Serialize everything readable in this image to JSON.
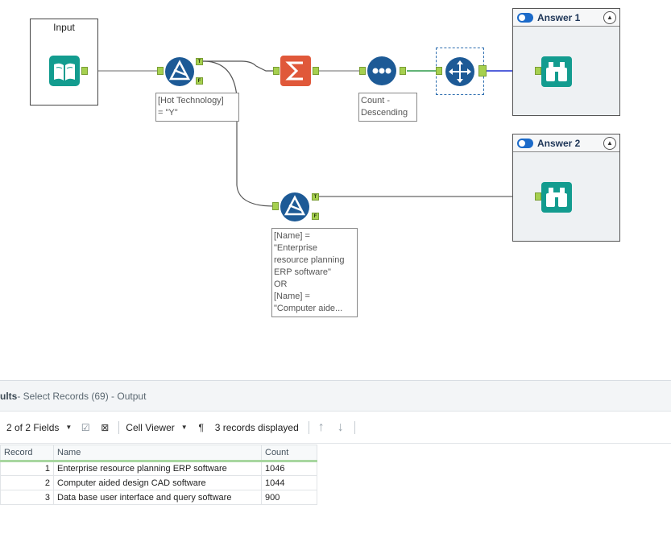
{
  "containers": {
    "input": {
      "title": "Input"
    },
    "answer1": {
      "title": "Answer 1",
      "collapse": "▲"
    },
    "answer2": {
      "title": "Answer 2",
      "collapse": "▲"
    }
  },
  "tools": {
    "input_data": {
      "name": "Input Data"
    },
    "filter1": {
      "annotation": "[Hot Technology]\n= \"Y\"",
      "true_label": "T",
      "false_label": "F"
    },
    "summarize": {
      "name": "Summarize"
    },
    "sort": {
      "annotation": "Count -\nDescending"
    },
    "select_records": {
      "name": "Select Records"
    },
    "browse1": {
      "name": "Browse"
    },
    "filter2": {
      "annotation": "[Name] =\n\"Enterprise\nresource planning\nERP software\"\nOR\n[Name] =\n\"Computer aide...",
      "true_label": "T",
      "false_label": "F"
    },
    "browse2": {
      "name": "Browse"
    }
  },
  "results": {
    "header_bold": "ults",
    "header_rest": " - Select Records (69) - Output",
    "fields_label": "2 of 2 Fields",
    "cell_viewer": "Cell Viewer",
    "pilcrow": "¶",
    "records_displayed": "3 records displayed",
    "columns": [
      "Record",
      "Name",
      "Count"
    ],
    "rows": [
      {
        "record": "1",
        "name": "Enterprise resource planning ERP software",
        "count": "1046"
      },
      {
        "record": "2",
        "name": "Computer aided design CAD software",
        "count": "1044"
      },
      {
        "record": "3",
        "name": "Data base user interface and query software",
        "count": "900"
      }
    ]
  },
  "colors": {
    "teal": "#139c8f",
    "blue_tool": "#1d5a96",
    "orange": "#e0583a",
    "anchor_green": "#a6d04f"
  }
}
